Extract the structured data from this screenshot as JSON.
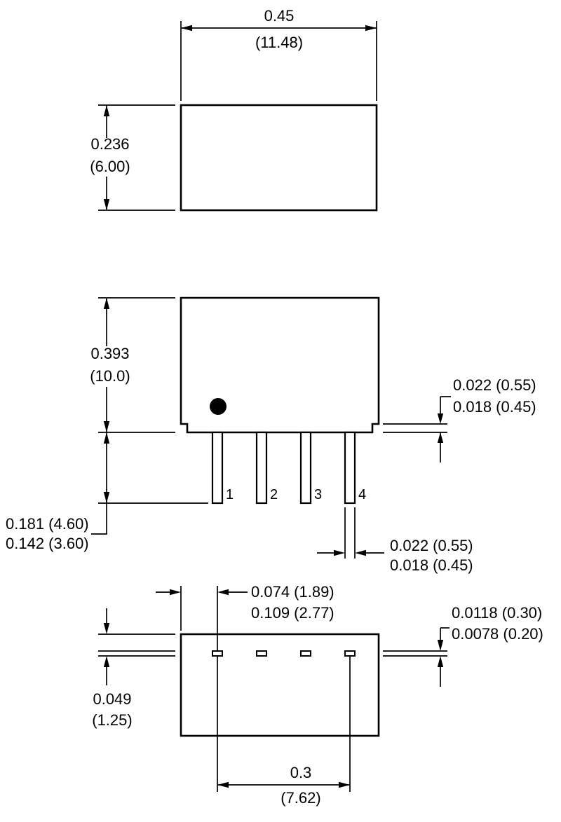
{
  "colors": {
    "background": "#ffffff",
    "line": "#000000"
  },
  "drawing": {
    "top_view": {
      "width_in": "0.45",
      "width_mm": "(11.48)",
      "height_in": "0.236",
      "height_mm": "(6.00)"
    },
    "front_view": {
      "height_in": "0.393",
      "height_mm": "(10.0)",
      "standoff_line1": "0.022 (0.55)",
      "standoff_line2": "0.018 (0.45)",
      "pin_length_line1": "0.181 (4.60)",
      "pin_length_line2": "0.142 (3.60)",
      "pin_width_line1": "0.022 (0.55)",
      "pin_width_line2": "0.018 (0.45)",
      "pin_labels": [
        "1",
        "2",
        "3",
        "4"
      ]
    },
    "bottom_view": {
      "pin_offset_line1": "0.074 (1.89)",
      "pin_offset_line2": "0.109 (2.77)",
      "edge_to_pin_in": "0.049",
      "edge_to_pin_mm": "(1.25)",
      "pin_thickness_line1": "0.0118 (0.30)",
      "pin_thickness_line2": "0.0078 (0.20)",
      "pin_span_in": "0.3",
      "pin_span_mm": "(7.62)"
    }
  }
}
